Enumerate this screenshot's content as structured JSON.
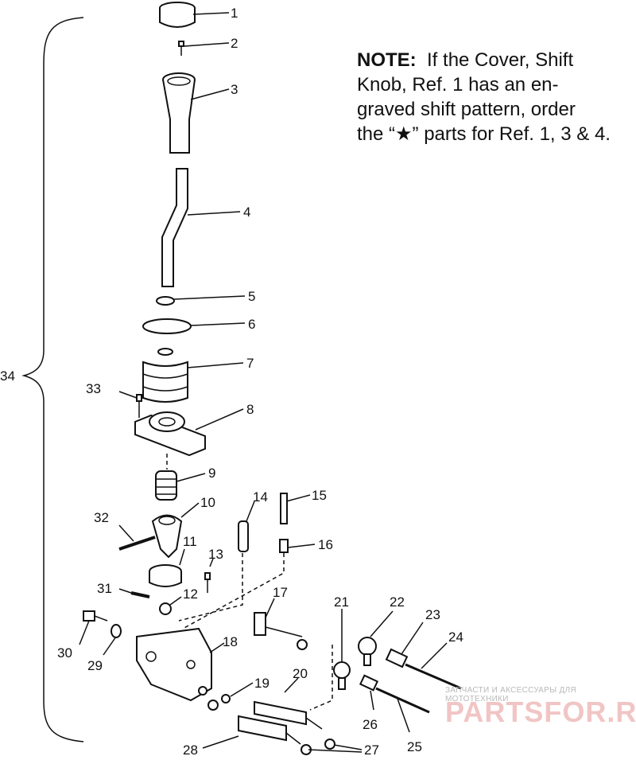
{
  "note": {
    "heading": "NOTE:",
    "lines": [
      "If the Cover, Shift",
      "Knob, Ref. 1 has an en-",
      "graved shift pattern, order",
      "the “★” parts for Ref. 1, 3 & 4."
    ]
  },
  "callouts": [
    "1",
    "2",
    "3",
    "4",
    "5",
    "6",
    "7",
    "8",
    "9",
    "10",
    "11",
    "12",
    "13",
    "14",
    "15",
    "16",
    "17",
    "18",
    "19",
    "20",
    "21",
    "22",
    "23",
    "24",
    "25",
    "26",
    "27",
    "28",
    "29",
    "30",
    "31",
    "32",
    "33",
    "34"
  ],
  "watermark": {
    "small": "ЗАПЧАСТИ И АКСЕССУАРЫ ДЛЯ МОТОТЕХНИКИ",
    "big": "PARTSFOR.RU"
  }
}
